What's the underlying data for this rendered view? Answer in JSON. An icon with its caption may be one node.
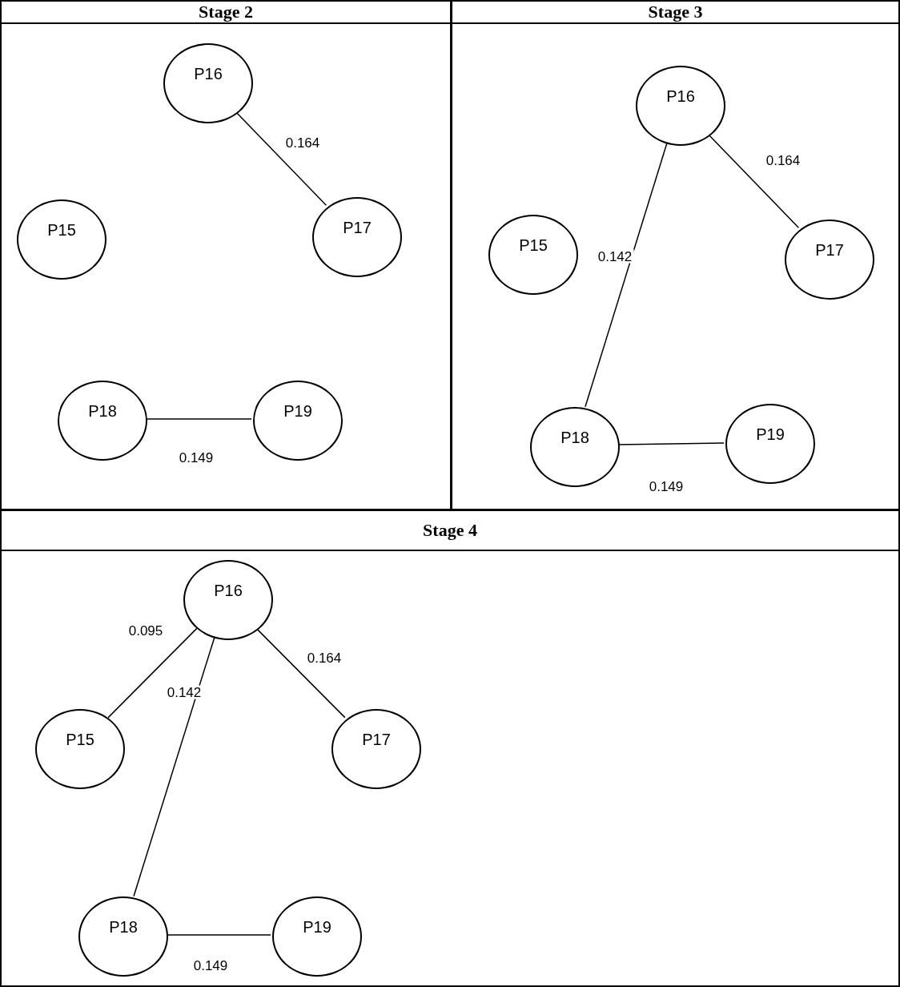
{
  "diagram": {
    "nodes": [
      {
        "text": [
          "Stage 2"
        ]
      },
      {
        "text": [
          "P16"
        ],
        "in": 0
      },
      {
        "text": [
          "P15"
        ],
        "in": 0
      },
      {
        "text": [
          "P17"
        ],
        "in": 0
      },
      {
        "text": [
          "P18"
        ],
        "in": 0
      },
      {
        "text": [
          "P19"
        ],
        "in": 0
      },
      {
        "text": [
          "Stage 3"
        ]
      },
      {
        "text": [
          "P16"
        ],
        "in": 6
      },
      {
        "text": [
          "P15"
        ],
        "in": 6
      },
      {
        "text": [
          "P17"
        ],
        "in": 6
      },
      {
        "text": [
          "P18"
        ],
        "in": 6
      },
      {
        "text": [
          "P19"
        ],
        "in": 6
      },
      {
        "text": [
          "Stage 4"
        ]
      },
      {
        "text": [
          "P16"
        ],
        "in": 12
      },
      {
        "text": [
          "P15"
        ],
        "in": 12
      },
      {
        "text": [
          "P17"
        ],
        "in": 12
      },
      {
        "text": [
          "P18"
        ],
        "in": 12
      },
      {
        "text": [
          "P19"
        ],
        "in": 12
      }
    ],
    "edges": [
      {
        "from": 1,
        "to": 3,
        "arrow": "none",
        "label": "0.164"
      },
      {
        "from": 4,
        "to": 5,
        "arrow": "none",
        "label": "0.149"
      },
      {
        "from": 7,
        "to": 9,
        "arrow": "none",
        "label": "0.164"
      },
      {
        "from": 7,
        "to": 10,
        "arrow": "none",
        "label": "0.142"
      },
      {
        "from": 10,
        "to": 11,
        "arrow": "none",
        "label": "0.149"
      },
      {
        "from": 13,
        "to": 14,
        "arrow": "none",
        "label": "0.095"
      },
      {
        "from": 13,
        "to": 15,
        "arrow": "none",
        "label": "0.164"
      },
      {
        "from": 13,
        "to": 16,
        "arrow": "none",
        "label": "0.142"
      },
      {
        "from": 16,
        "to": 17,
        "arrow": "none",
        "label": "0.149"
      }
    ]
  }
}
